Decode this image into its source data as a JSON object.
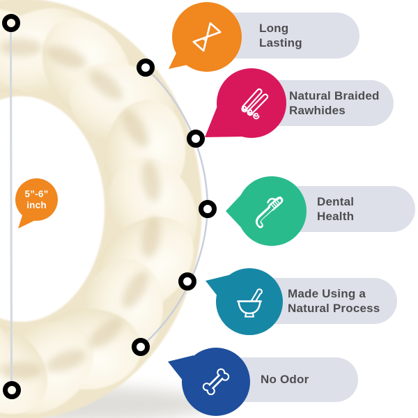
{
  "size_guide": {
    "line1": "5”-6”",
    "line2": "inch",
    "bubble_color": "#F0871F"
  },
  "features": [
    {
      "id": "long-lasting",
      "line1": "Long",
      "line2": "Lasting",
      "color": "#F0871F",
      "icon": "hourglass-icon"
    },
    {
      "id": "natural-braided-rawhides",
      "line1": "Natural Braided",
      "line2": "Rawhides",
      "color": "#D9185C",
      "icon": "rawhide-rolls-icon"
    },
    {
      "id": "dental-health",
      "line1": "Dental",
      "line2": "Health",
      "color": "#2ABB8D",
      "icon": "toothbrush-icon"
    },
    {
      "id": "natural-process",
      "line1": "Made Using a",
      "line2": "Natural Process",
      "color": "#1787A6",
      "icon": "mortar-pestle-icon"
    },
    {
      "id": "no-odor",
      "line1": "No Odor",
      "line2": "",
      "color": "#1E4E9C",
      "icon": "bone-icon"
    }
  ],
  "colors": {
    "background": "#FFFFFF",
    "pill_background": "#DDE0E9",
    "label_text": "#4D4D4F",
    "guide_arc_line": "#C8CEDB",
    "measurement_line": "#D3D7E0",
    "product_cream": "#F5EEDC"
  }
}
